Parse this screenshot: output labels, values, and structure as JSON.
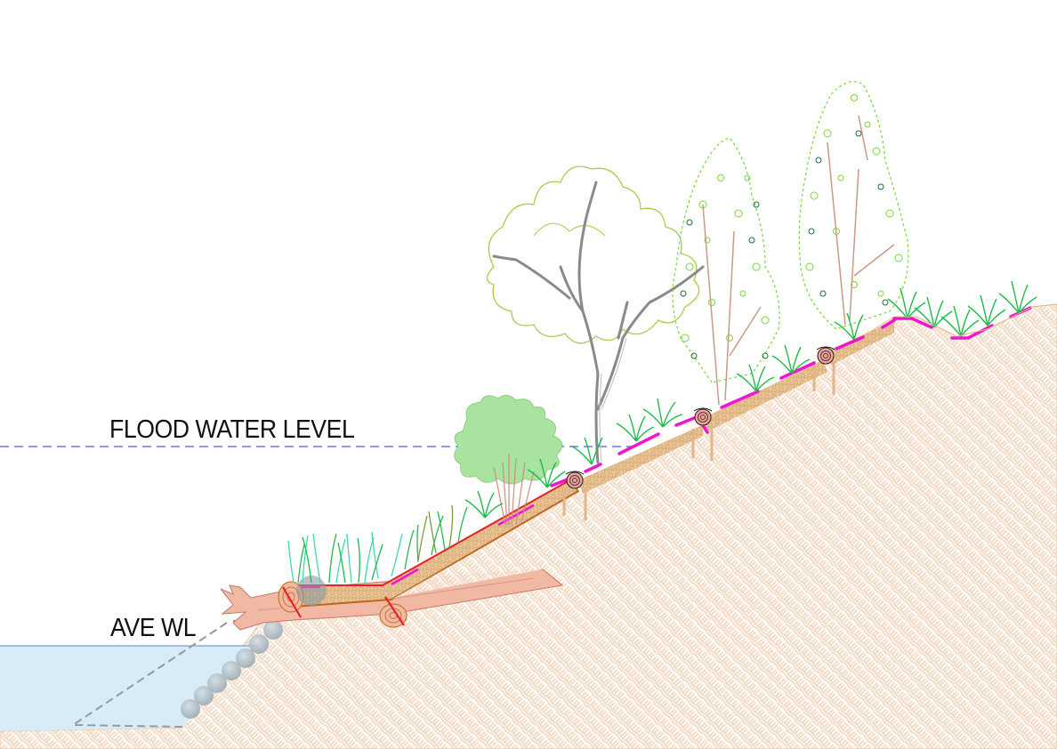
{
  "diagram": {
    "type": "riverbank cross-section",
    "labels": {
      "flood_water_level": "FLOOD WATER LEVEL",
      "average_water_level": "AVE WL"
    },
    "elements": [
      "water-body",
      "rock-toe-boulders",
      "root-wad-log",
      "log-toe-protection",
      "reed-planting",
      "brush-mattress-slope",
      "coir-log-terraces",
      "timber-stakes",
      "shrub",
      "eucalyptus-tree",
      "poplar-trees",
      "tussock-grasses",
      "erosion-control-matting",
      "soil-embankment"
    ],
    "colors": {
      "water": "#d6ebf8",
      "water_edge": "#7b9bd6",
      "flood_line": "#6f72f0",
      "soil_hatch": "#f0d5bd",
      "soil_fill": "#fdf7f1",
      "brush_layer": "#d9a86a",
      "matting": "#f016d0",
      "red_line": "#e8202a",
      "log": "#f1b9a4",
      "grass": "#1fba4c",
      "reed": "#3fd9b0",
      "shrub": "#a9e3a0",
      "tree_canopy": "#98c43c",
      "tree_trunk": "#888888",
      "poplar_leaf_light": "#79d63a",
      "poplar_leaf_dark": "#1f6b3e",
      "boulder": "#a8b8c2"
    }
  }
}
